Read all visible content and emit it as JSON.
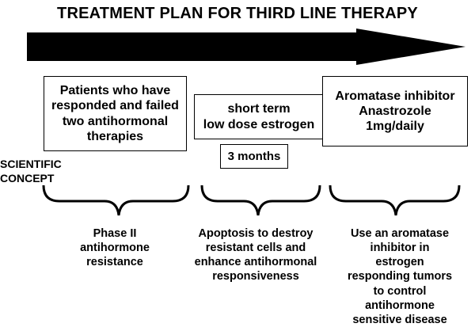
{
  "title": "TREATMENT PLAN FOR THIRD LINE THERAPY",
  "steps": [
    {
      "label": "Patients who have\nresponded and failed\ntwo antihormonal\ntherapies"
    },
    {
      "label": "short term\nlow dose estrogen"
    },
    {
      "label": "Aromatase inhibitor\nAnastrozole\n1mg/daily"
    }
  ],
  "duration": "3 months",
  "concept_label": "SCIENTIFIC\nCONCEPT",
  "concepts": [
    {
      "text": "Phase II\nantihormone\nresistance"
    },
    {
      "text": "Apoptosis to destroy\nresistant cells and\nenhance antihormonal\nresponsiveness"
    },
    {
      "text": "Use an aromatase\ninhibitor in\nestrogen\nresponding tumors\nto control\nantihormone\nsensitive disease"
    }
  ]
}
